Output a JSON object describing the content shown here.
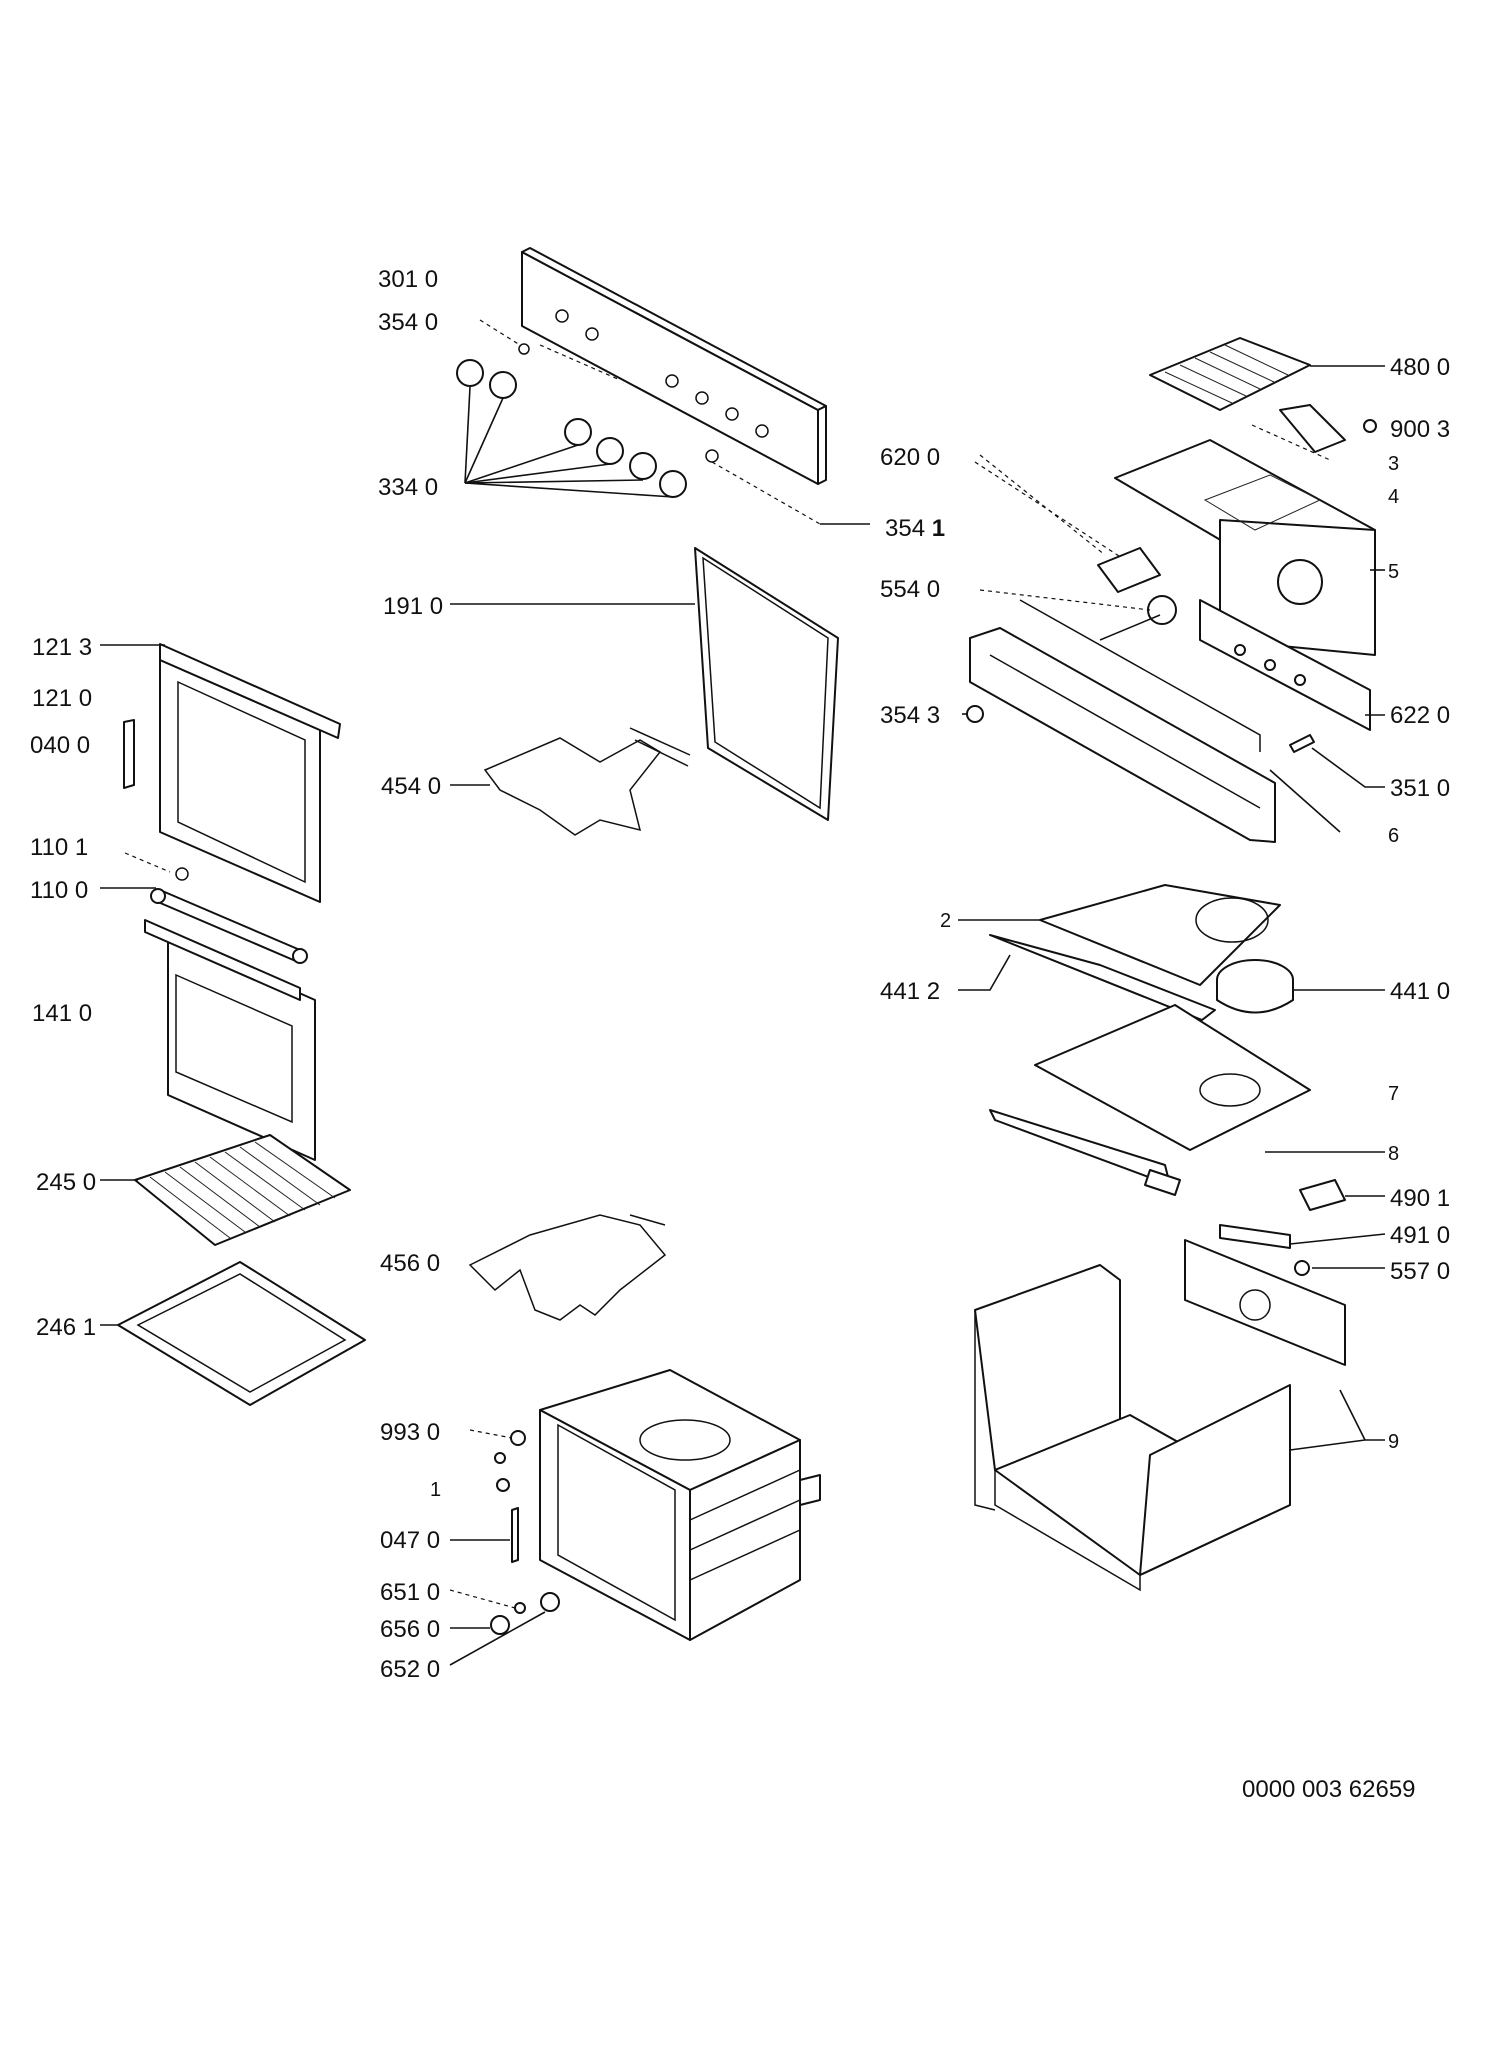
{
  "labels": {
    "l3010": "301 0",
    "l3540": "354 0",
    "l3340": "334 0",
    "l3541_a": "354",
    "l3541_b": "1",
    "l1910": "191 0",
    "l4540": "454 0",
    "l1213": "121 3",
    "l1210": "121 0",
    "l0400": "040 0",
    "l1101": "110 1",
    "l1100": "110 0",
    "l1410": "141 0",
    "l2450": "245 0",
    "l2461": "246 1",
    "l4560": "456 0",
    "l9930": "993 0",
    "l1": "1",
    "l0470": "047 0",
    "l6510": "651 0",
    "l6560": "656 0",
    "l6520": "652 0",
    "l4800": "480 0",
    "l9003": "900 3",
    "l3": "3",
    "l4": "4",
    "l6200": "620 0",
    "l5": "5",
    "l5540": "554 0",
    "l3543": "354 3",
    "l6220": "622 0",
    "l3510": "351 0",
    "l6": "6",
    "l2": "2",
    "l4412": "441 2",
    "l4410": "441 0",
    "l7": "7",
    "l8": "8",
    "l4901": "490 1",
    "l4910": "491 0",
    "l5570": "557 0",
    "l9": "9"
  },
  "document_number": "0000 003 62659"
}
